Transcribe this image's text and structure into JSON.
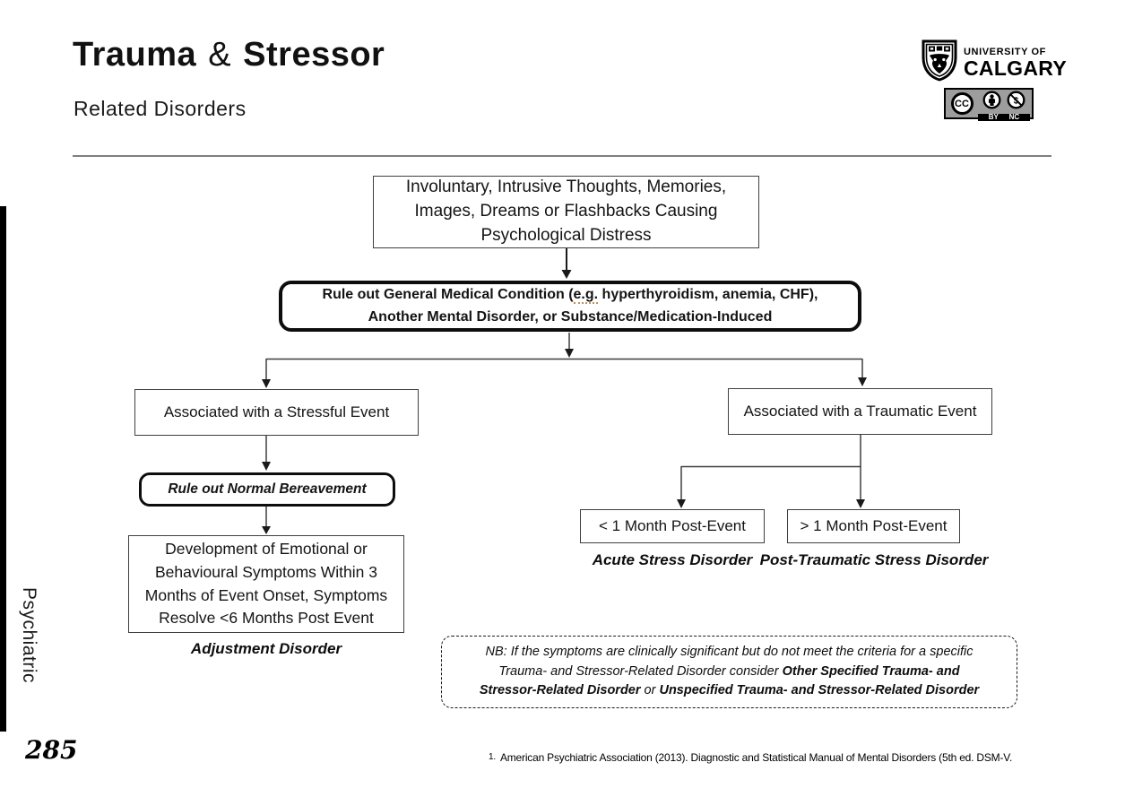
{
  "header": {
    "title_word1": "Trauma",
    "title_amp": "&",
    "title_word2": "Stressor",
    "subtitle": "Related Disorders",
    "logo": {
      "line1": "UNIVERSITY OF",
      "line2": "CALGARY"
    },
    "license": {
      "cc": "CC",
      "by": "BY",
      "nc": "NC"
    }
  },
  "sidebar": {
    "vertical_label": "Psychiatric",
    "page_number": "285"
  },
  "flowchart": {
    "top_box": "Involuntary, Intrusive Thoughts, Memories,\nImages, Dreams or Flashbacks Causing\nPsychological Distress",
    "rule_out_medical": {
      "pre": "Rule out General Medical Condition (",
      "eg": "e.g.",
      "post": " hyperthyroidism, anemia, CHF),\nAnother Mental Disorder, or Substance/Medication-Induced"
    },
    "stressful_branch": {
      "event_box": "Associated with a Stressful Event",
      "bereavement_box": "Rule out Normal Bereavement",
      "development_box": "Development of Emotional or\nBehavioural Symptoms Within 3\nMonths of Event Onset, Symptoms\nResolve <6 Months Post Event",
      "diagnosis_label": "Adjustment Disorder"
    },
    "traumatic_branch": {
      "event_box": "Associated with a Traumatic Event",
      "acute_box": "< 1 Month Post-Event",
      "acute_label": "Acute Stress Disorder",
      "ptsd_box": "> 1 Month Post-Event",
      "ptsd_label": "Post-Traumatic Stress Disorder"
    },
    "nb_note": {
      "part1": "NB: If the symptoms are clinically significant but do not meet the criteria for a specific\nTrauma- and Stressor-Related Disorder consider ",
      "part2_bold": "Other Specified Trauma- and\nStressor-Related Disorder ",
      "part3": "or ",
      "part4_bold": "Unspecified Trauma- and Stressor-Related Disorder"
    }
  },
  "footer": {
    "ref_marker": "1.",
    "reference": "American Psychiatric Association (2013). Diagnostic and Statistical Manual of Mental Disorders (5th ed. DSM-V."
  },
  "colors": {
    "line_gray": "#3f3f3f",
    "border_black": "#0d0d0d",
    "rule_gray": "#7f7f7f",
    "badge_gray": "#9d9d9d"
  }
}
